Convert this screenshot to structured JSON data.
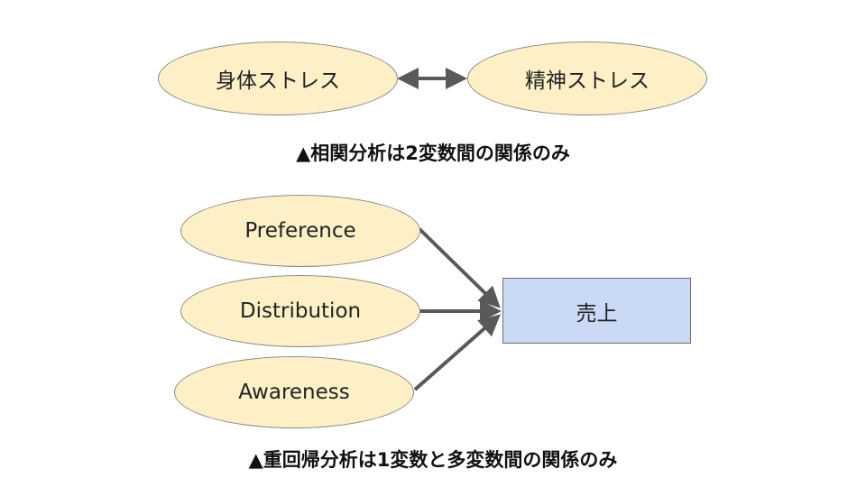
{
  "top": {
    "left_node": "身体ストレス",
    "right_node": "精神ストレス",
    "caption": "▲相関分析は2変数間の関係のみ"
  },
  "bottom": {
    "inputs": [
      "Preference",
      "Distribution",
      "Awareness"
    ],
    "output": "売上",
    "caption": "▲重回帰分析は1変数と多変数間の関係のみ"
  },
  "colors": {
    "ellipse_fill": "#fdf0c6",
    "box_fill": "#c9d9f6",
    "arrow": "#595959"
  }
}
